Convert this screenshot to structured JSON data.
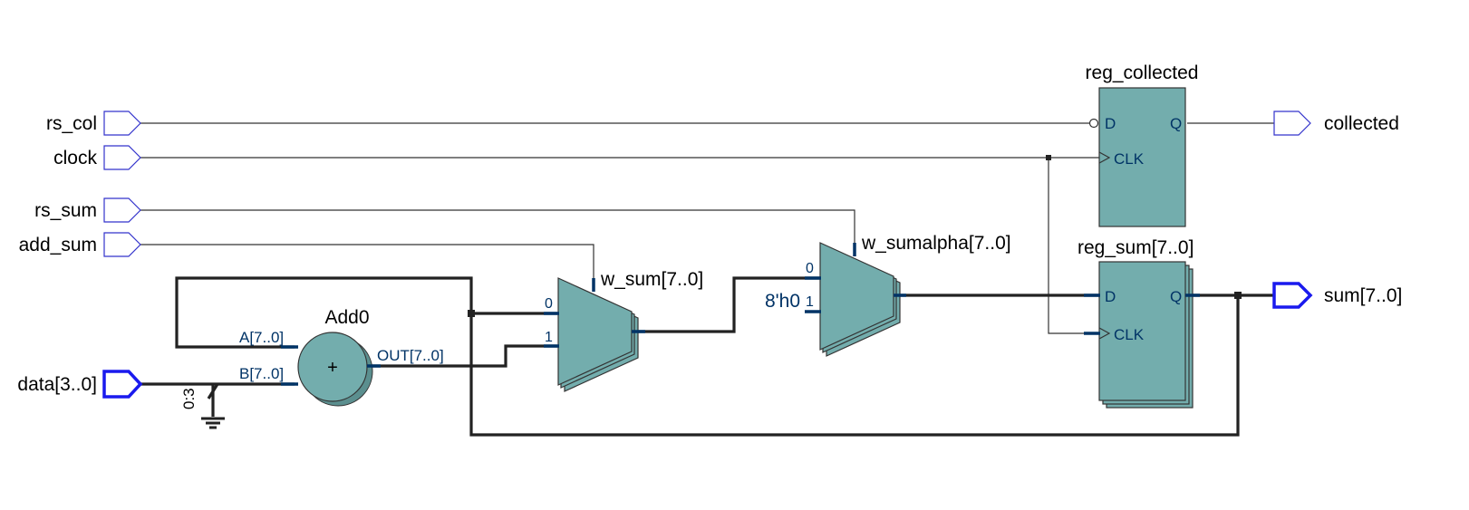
{
  "diagram": {
    "inputs": {
      "rs_col": "rs_col",
      "clock": "clock",
      "rs_sum": "rs_sum",
      "add_sum": "add_sum",
      "data": "data[3..0]"
    },
    "outputs": {
      "collected": "collected",
      "sum": "sum[7..0]"
    },
    "adder": {
      "name": "Add0",
      "symbol": "+",
      "port_a": "A[7..0]",
      "port_b": "B[7..0]",
      "port_out": "OUT[7..0]"
    },
    "mux_sum": {
      "name": "w_sum[7..0]",
      "in0": "0",
      "in1": "1"
    },
    "mux_alpha": {
      "name": "w_sumalpha[7..0]",
      "in0": "0",
      "in1": "1",
      "const": "8'h0"
    },
    "reg_collected": {
      "name": "reg_collected",
      "d": "D",
      "q": "Q",
      "clk": "CLK"
    },
    "reg_sum": {
      "name": "reg_sum[7..0]",
      "d": "D",
      "q": "Q",
      "clk": "CLK"
    },
    "ground_label": "0:3"
  }
}
